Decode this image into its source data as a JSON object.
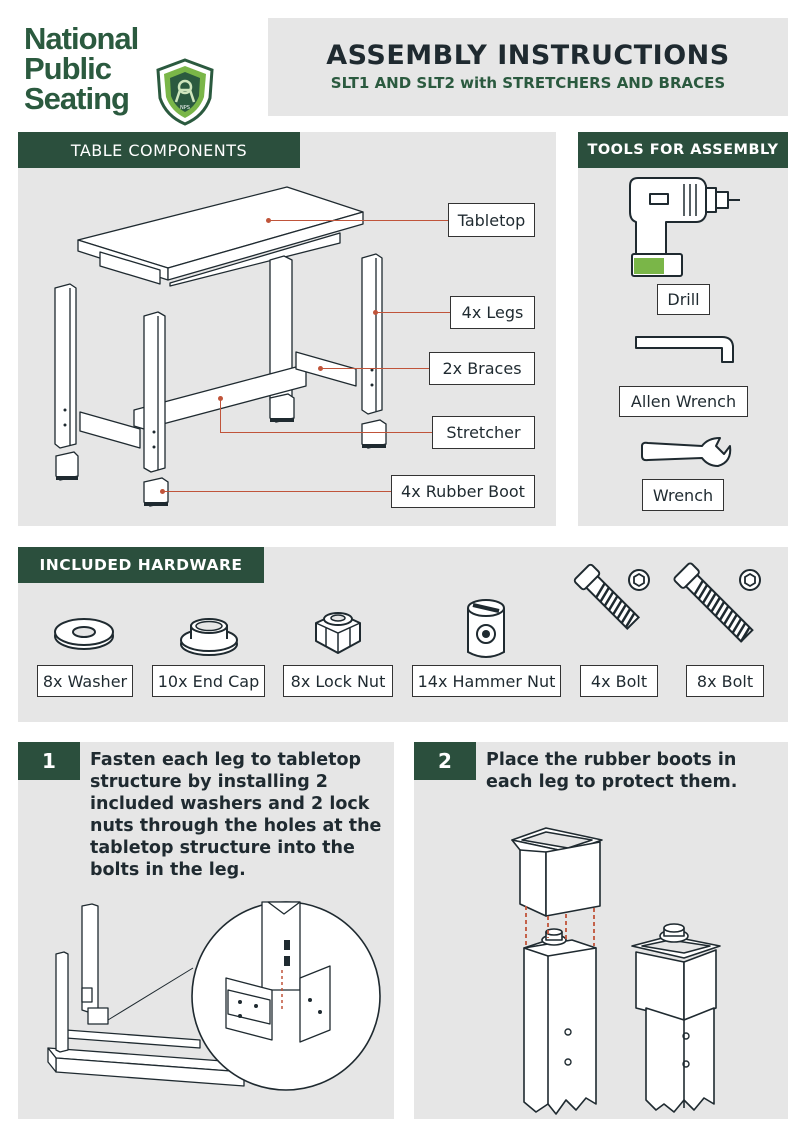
{
  "brand": {
    "line1": "National",
    "line2": "Public",
    "line3": "Seating",
    "seal_text": "NPS",
    "color": "#2b5a3f"
  },
  "header": {
    "title": "ASSEMBLY INSTRUCTIONS",
    "subtitle": "SLT1 AND SLT2 with STRETCHERS AND BRACES"
  },
  "components": {
    "heading": "TABLE COMPONENTS",
    "labels": {
      "tabletop": "Tabletop",
      "legs": "4x Legs",
      "braces": "2x Braces",
      "stretcher": "Stretcher",
      "rubber_boot": "4x Rubber Boot"
    }
  },
  "tools": {
    "heading": "TOOLS FOR ASSEMBLY",
    "items": {
      "drill": "Drill",
      "allen_wrench": "Allen Wrench",
      "wrench": "Wrench"
    }
  },
  "hardware": {
    "heading": "INCLUDED HARDWARE",
    "items": {
      "washer": "8x Washer",
      "end_cap": "10x End Cap",
      "lock_nut": "8x Lock Nut",
      "hammer_nut": "14x Hammer Nut",
      "bolt_short": "4x Bolt",
      "bolt_long": "8x Bolt"
    }
  },
  "steps": {
    "step1": {
      "number": "1",
      "lines": [
        "Fasten each leg to tabletop",
        "structure by installing 2",
        "included washers and 2 lock",
        "nuts through the holes at the",
        "tabletop structure into the",
        "bolts in the leg."
      ]
    },
    "step2": {
      "number": "2",
      "lines": [
        "Place the rubber boots in",
        "each leg to protect them."
      ]
    }
  },
  "colors": {
    "brand_green": "#2b4f3d",
    "panel_gray": "#e6e6e6",
    "leader_red": "#c0543a"
  }
}
